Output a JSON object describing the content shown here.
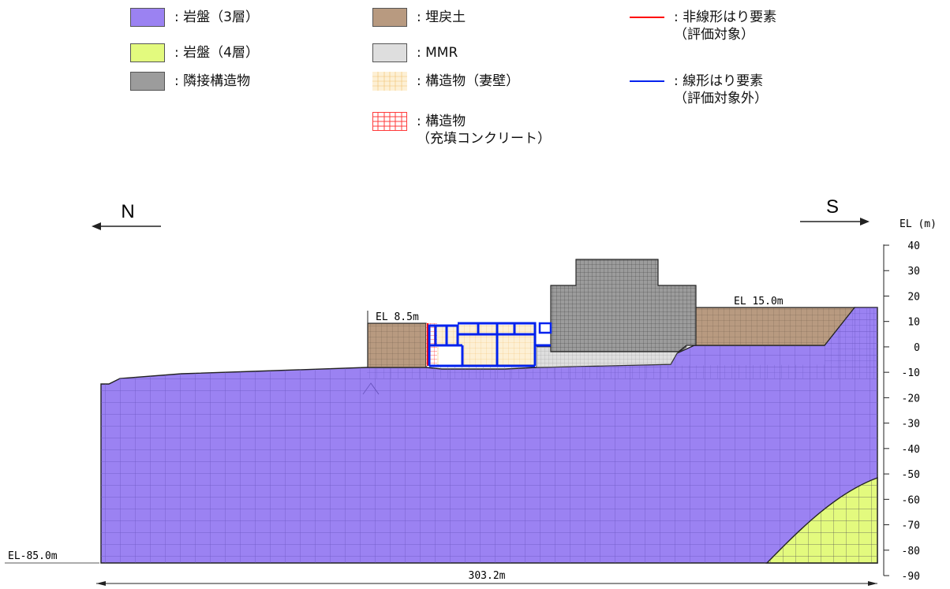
{
  "colors": {
    "rock3": "#9b82f2",
    "rock4": "#e3fa7e",
    "adjacent": "#9c9c9c",
    "backfill": "#b89a80",
    "mmr": "#dedede",
    "wall": "#fdf0d5",
    "concrete": "#ff5050",
    "nonlinear_beam": "#ff0000",
    "linear_beam": "#0022ee"
  },
  "legend": [
    {
      "label": ": 岩盤（3層）",
      "kind": "fill",
      "color": "rock3"
    },
    {
      "label": ": 岩盤（4層）",
      "kind": "fill",
      "color": "rock4"
    },
    {
      "label": ": 隣接構造物",
      "kind": "fill",
      "color": "adjacent"
    },
    {
      "label": ": 埋戻土",
      "kind": "fill",
      "color": "backfill"
    },
    {
      "label": ": MMR",
      "kind": "fill",
      "color": "mmr"
    },
    {
      "label": ": 構造物（妻壁）",
      "kind": "grid",
      "color": "wall"
    },
    {
      "label": ": 構造物\n（充填コンクリート）",
      "kind": "grid",
      "color": "concrete"
    },
    {
      "label": ": 非線形はり要素\n（評価対象）",
      "kind": "line",
      "color": "nonlinear_beam"
    },
    {
      "label": ": 線形はり要素\n（評価対象外）",
      "kind": "line",
      "color": "linear_beam"
    }
  ],
  "directions": {
    "north": "N",
    "south": "S"
  },
  "axis": {
    "title": "EL (m)",
    "ticks": [
      40,
      30,
      20,
      10,
      0,
      -10,
      -20,
      -30,
      -40,
      -50,
      -60,
      -70,
      -80,
      -90
    ],
    "range": [
      -90,
      40
    ]
  },
  "annotations": {
    "el_left": "EL 8.5m",
    "el_right": "EL 15.0m",
    "el_bottom": "EL-85.0m",
    "width": "303.2m"
  }
}
